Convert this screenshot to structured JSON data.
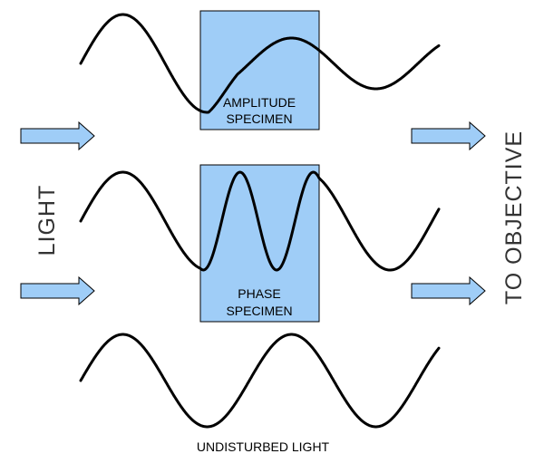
{
  "specimens": {
    "amplitude": {
      "line1": "AMPLITUDE",
      "line2": "SPECIMEN"
    },
    "phase": {
      "line1": "PHASE",
      "line2": "SPECIMEN"
    }
  },
  "labels": {
    "left": "LIGHT",
    "right": "TO  OBJECTIVE",
    "bottom": "UNDISTURBED LIGHT"
  },
  "colors": {
    "specimen_fill": "#9fcdf7",
    "arrow_fill": "#9fcdf7",
    "wave_stroke": "#000000"
  },
  "icons": [
    "arrow-right-icon"
  ]
}
